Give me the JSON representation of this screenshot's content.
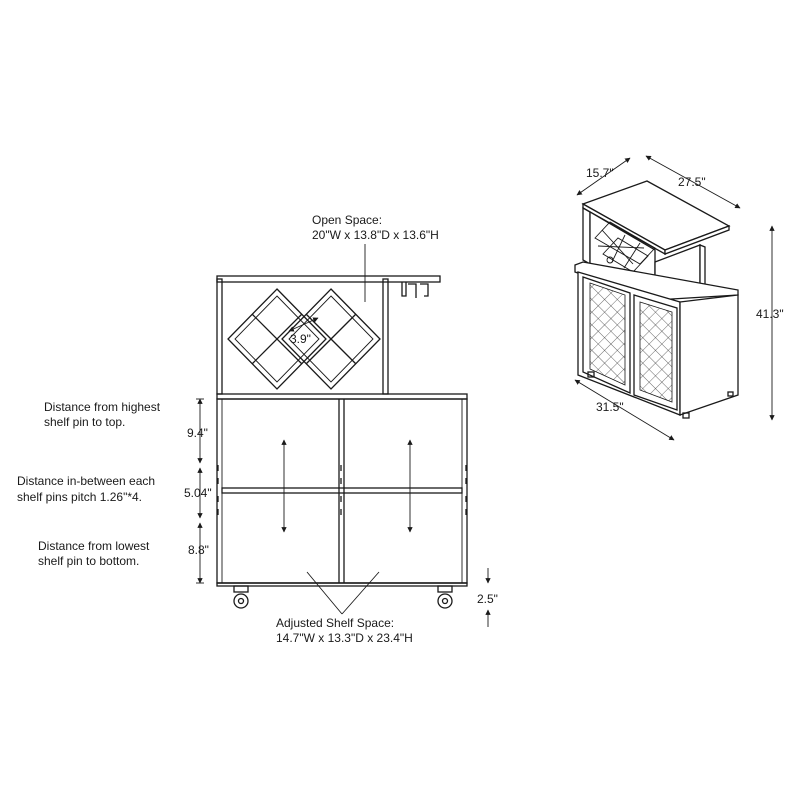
{
  "front_view": {
    "open_space_title": "Open Space:",
    "open_space_dims": "20\"W x 13.8\"D x 13.6\"H",
    "rack_cell": "3.9\"",
    "highest_pin_text_1": "Distance from highest",
    "highest_pin_text_2": "shelf pin to top.",
    "highest_pin_value": "9.4\"",
    "pitch_text_1": "Distance in-between each",
    "pitch_text_2": "shelf pins pitch 1.26\"*4.",
    "pitch_value": "5.04\"",
    "lowest_pin_text_1": "Distance from lowest",
    "lowest_pin_text_2": "shelf pin to bottom.",
    "lowest_pin_value": "8.8\"",
    "caster_height": "2.5\"",
    "shelf_space_title": "Adjusted Shelf Space:",
    "shelf_space_dims": "14.7\"W x 13.3\"D x 23.4\"H"
  },
  "iso_view": {
    "depth": "15.7\"",
    "top_width": "27.5\"",
    "height": "41.3\"",
    "width": "31.5\""
  }
}
